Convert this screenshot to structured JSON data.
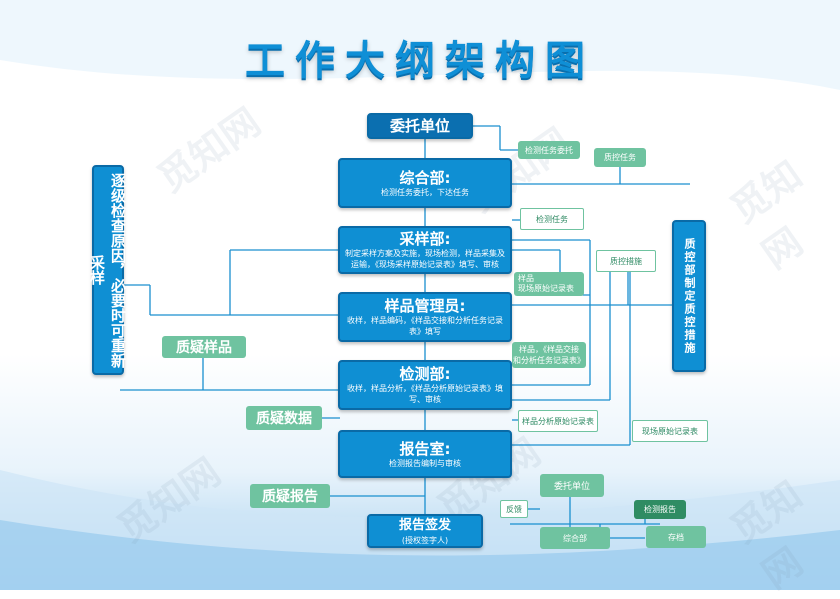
{
  "title": "工作大纲架构图",
  "watermark": "觅知网",
  "nodes": {
    "client": {
      "title": "委托单位"
    },
    "general": {
      "title": "综合部:",
      "sub": "检测任务委托，下达任务"
    },
    "sampling": {
      "title": "采样部:",
      "sub": "制定采样方案及实施，现场检测，样品采集及运输，《现场采样原始记录表》填写、审核"
    },
    "sample_admin": {
      "title": "样品管理员:",
      "sub": "收样，样品编码，《样品交接和分析任务记录表》填写"
    },
    "testing": {
      "title": "检测部:",
      "sub": "收样，样品分析，《样品分析原始记录表》填写、审核"
    },
    "report_room": {
      "title": "报告室:",
      "sub": "检测报告编制与审核"
    },
    "report_issue": {
      "title": "报告签发",
      "sub": "(授权签字人)"
    },
    "left_vertical": {
      "title": "逐级检查原因，必要时可重新采样"
    },
    "right_vertical": {
      "title": "质控部制定质控措施"
    }
  },
  "labels": {
    "test_task_commission": "检测任务委托",
    "qc_task": "质控任务",
    "test_task": "检测任务",
    "qc_measures": "质控措施",
    "sample_field_record_1": "样品",
    "sample_field_record_2": "现场原始记录表",
    "sample_table_1": "样品，《样品交接",
    "sample_table_2": "和分析任务记录表》",
    "sample_analysis_record": "样品分析原始记录表",
    "field_record": "现场原始记录表",
    "doubt_sample": "质疑样品",
    "doubt_data": "质疑数据",
    "doubt_report": "质疑报告"
  },
  "bottom_cluster": {
    "client": "委托单位",
    "feedback": "反馈",
    "test_report": "检测报告",
    "general": "综合部",
    "archive": "存档"
  }
}
